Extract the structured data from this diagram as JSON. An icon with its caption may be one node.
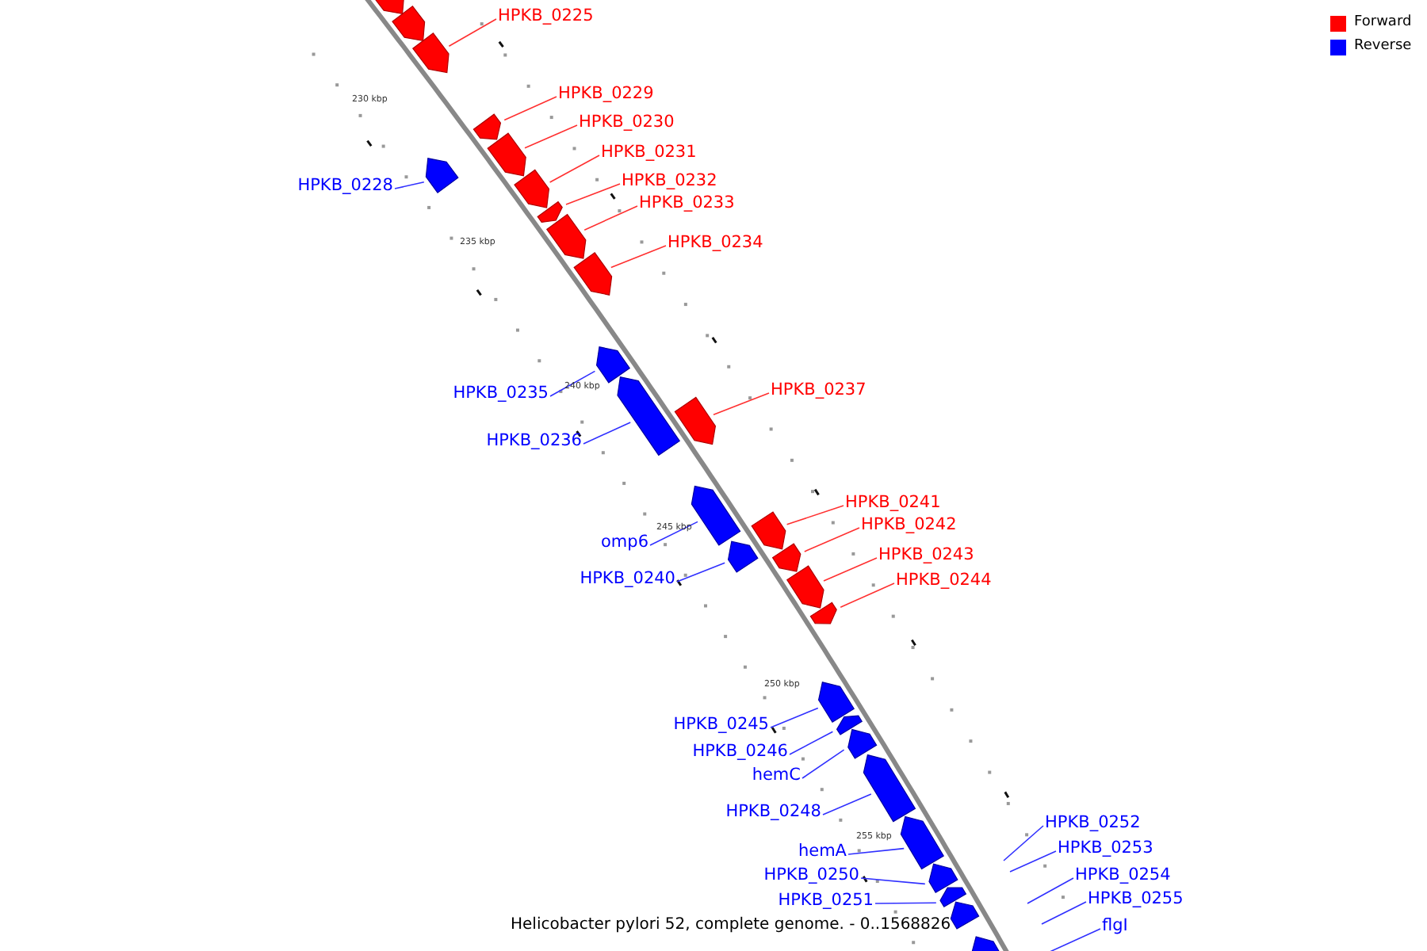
{
  "diagram": {
    "caption": "Helicobacter pylori 52, complete genome. - 0..1568826",
    "nodes": [
      {
        "text": [
          "HPKB_0225"
        ]
      },
      {
        "text": [
          "HPKB_0229"
        ]
      },
      {
        "text": [
          "HPKB_0230"
        ]
      },
      {
        "text": [
          "HPKB_0231"
        ]
      },
      {
        "text": [
          "HPKB_0232"
        ]
      },
      {
        "text": [
          "HPKB_0228"
        ]
      },
      {
        "text": [
          "HPKB_0233"
        ]
      },
      {
        "text": [
          "HPKB_0234"
        ]
      },
      {
        "text": [
          "HPKB_0237"
        ]
      },
      {
        "text": [
          "HPKB_0235"
        ]
      },
      {
        "text": [
          "HPKB_0236"
        ]
      },
      {
        "text": [
          "HPKB_0241"
        ]
      },
      {
        "text": [
          "HPKB_0242"
        ]
      },
      {
        "text": [
          "omp6"
        ]
      },
      {
        "text": [
          "HPKB_0243"
        ]
      },
      {
        "text": [
          "HPKB_0240"
        ]
      },
      {
        "text": [
          "HPKB_0244"
        ]
      },
      {
        "text": [
          "HPKB_0245"
        ]
      },
      {
        "text": [
          "HPKB_0246"
        ]
      },
      {
        "text": [
          "hemC"
        ]
      },
      {
        "text": [
          "HPKB_0248"
        ]
      },
      {
        "text": [
          "HPKB_0252"
        ]
      },
      {
        "text": [
          "HPKB_0253"
        ]
      },
      {
        "text": [
          "hemA"
        ]
      },
      {
        "text": [
          "HPKB_0250"
        ]
      },
      {
        "text": [
          "HPKB_0254"
        ]
      },
      {
        "text": [
          "HPKB_0251"
        ]
      },
      {
        "text": [
          "HPKB_0255"
        ]
      },
      {
        "text": [
          "flgI"
        ]
      },
      {
        "text": [],
        "shape": "box"
      },
      {
        "text": [],
        "shape": "box"
      },
      {
        "text": [],
        "shape": "box"
      },
      {
        "text": [],
        "shape": "box"
      },
      {
        "text": [],
        "shape": "box"
      },
      {
        "text": [],
        "shape": "box"
      },
      {
        "text": [],
        "shape": "box"
      },
      {
        "text": [],
        "shape": "box"
      },
      {
        "text": [],
        "shape": "box"
      },
      {
        "text": [],
        "shape": "box"
      },
      {
        "text": [],
        "shape": "box"
      },
      {
        "text": [],
        "shape": "box"
      },
      {
        "text": [],
        "shape": "box"
      },
      {
        "text": [],
        "shape": "box"
      },
      {
        "text": [],
        "shape": "box"
      },
      {
        "text": [],
        "shape": "box"
      },
      {
        "text": [],
        "shape": "box"
      },
      {
        "text": [],
        "shape": "box"
      },
      {
        "text": [],
        "shape": "box"
      },
      {
        "text": [],
        "shape": "box"
      },
      {
        "text": [],
        "shape": "box"
      },
      {
        "text": [],
        "shape": "box"
      },
      {
        "text": [],
        "shape": "box"
      },
      {
        "text": [],
        "shape": "box"
      },
      {
        "text": [],
        "shape": "box"
      },
      {
        "text": [],
        "shape": "box"
      },
      {
        "text": [],
        "shape": "box"
      },
      {
        "text": [],
        "shape": "box"
      }
    ],
    "edges": [
      {
        "from": 0,
        "to": 31,
        "arrow": "none",
        "color": "#ff3030"
      },
      {
        "from": 1,
        "to": 32,
        "arrow": "none",
        "color": "#ff3030"
      },
      {
        "from": 2,
        "to": 34,
        "arrow": "none",
        "color": "#ff3030"
      },
      {
        "from": 3,
        "to": 35,
        "arrow": "none",
        "color": "#ff3030"
      },
      {
        "from": 4,
        "to": 36,
        "arrow": "none",
        "color": "#ff3030"
      },
      {
        "from": 5,
        "to": 33,
        "arrow": "none"
      },
      {
        "from": 6,
        "to": 37,
        "arrow": "none",
        "color": "#ff3030"
      },
      {
        "from": 7,
        "to": 38,
        "arrow": "none",
        "color": "#ff3030"
      },
      {
        "from": 8,
        "to": 41,
        "arrow": "none",
        "color": "#ff3030"
      },
      {
        "from": 9,
        "to": 39,
        "arrow": "none"
      },
      {
        "from": 10,
        "to": 40,
        "arrow": "none"
      },
      {
        "from": 11,
        "to": 43,
        "arrow": "none",
        "color": "#ff3030"
      },
      {
        "from": 12,
        "to": 45,
        "arrow": "none",
        "color": "#ff3030"
      },
      {
        "from": 13,
        "to": 42,
        "arrow": "none"
      },
      {
        "from": 14,
        "to": 46,
        "arrow": "none",
        "color": "#ff3030"
      },
      {
        "from": 15,
        "to": 44,
        "arrow": "none"
      },
      {
        "from": 16,
        "to": 47,
        "arrow": "none",
        "color": "#ff3030"
      },
      {
        "from": 17,
        "to": 48,
        "arrow": "none"
      },
      {
        "from": 18,
        "to": 49,
        "arrow": "none"
      },
      {
        "from": 19,
        "to": 50,
        "arrow": "none"
      },
      {
        "from": 20,
        "to": 51,
        "arrow": "none"
      },
      {
        "from": 21,
        "to": null,
        "arrow": "none"
      },
      {
        "from": 22,
        "to": null,
        "arrow": "none"
      },
      {
        "from": 23,
        "to": 52,
        "arrow": "none"
      },
      {
        "from": 24,
        "to": 53,
        "arrow": "none"
      },
      {
        "from": 25,
        "to": null,
        "arrow": "none"
      },
      {
        "from": 26,
        "to": 54,
        "arrow": "none"
      },
      {
        "from": 27,
        "to": null,
        "arrow": "none"
      },
      {
        "from": 28,
        "to": null,
        "arrow": "none"
      }
    ],
    "labels": [
      "230 kbp",
      "235 kbp",
      "240 kbp",
      "245 kbp",
      "250 kbp",
      "255 kbp"
    ],
    "legend": [
      {
        "text": "Forward",
        "color": "#ff0000"
      },
      {
        "text": "Reverse",
        "color": "#0000ff"
      }
    ]
  }
}
